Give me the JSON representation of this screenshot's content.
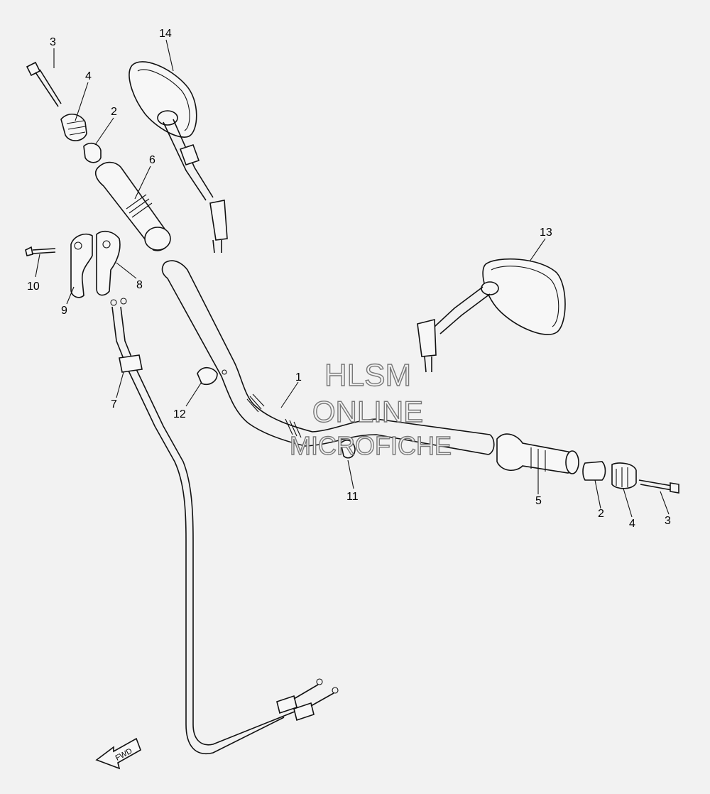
{
  "callouts": {
    "c1": "1",
    "c2a": "2",
    "c2b": "2",
    "c3a": "3",
    "c3b": "3",
    "c4a": "4",
    "c4b": "4",
    "c5": "5",
    "c6": "6",
    "c7": "7",
    "c8": "8",
    "c9": "9",
    "c10": "10",
    "c11": "11",
    "c12": "12",
    "c13": "13",
    "c14": "14"
  },
  "watermark": {
    "line1": "HLSM",
    "line2": "ONLINE",
    "line3": "MICROFICHE"
  },
  "fwd_label": "FWD",
  "colors": {
    "background": "#f2f2f2",
    "ink": "#111111",
    "watermark": "#777777"
  }
}
